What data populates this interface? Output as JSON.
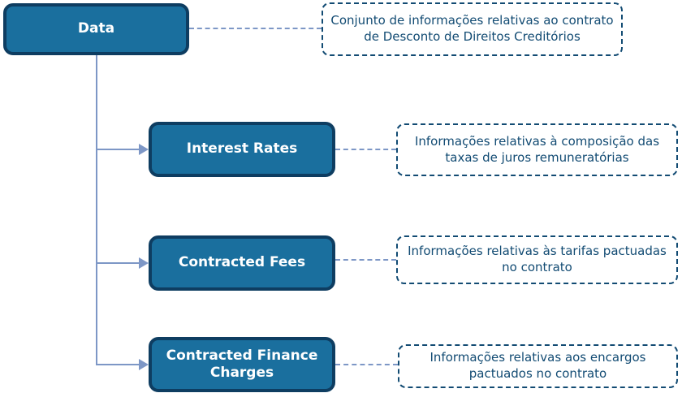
{
  "diagram": {
    "type": "tree",
    "root": {
      "label": "Data",
      "description": "Conjunto de informações relativas ao contrato de Desconto de Direitos Creditórios"
    },
    "children": [
      {
        "label": "Interest Rates",
        "description": "Informações relativas à composição das taxas de juros remuneratórias"
      },
      {
        "label": "Contracted Fees",
        "description": "Informações relativas às tarifas pactuadas no contrato"
      },
      {
        "label": "Contracted Finance Charges",
        "description": "Informações relativas aos encargos pactuados no contrato"
      }
    ],
    "colors": {
      "background": "#FFFFFF",
      "node_fill": "#1A6F9E",
      "node_border": "#0E3D61",
      "node_text": "#FFFFFF",
      "annotation_border": "#124B73",
      "annotation_text": "#124B73",
      "connector": "#7D97C6"
    }
  }
}
